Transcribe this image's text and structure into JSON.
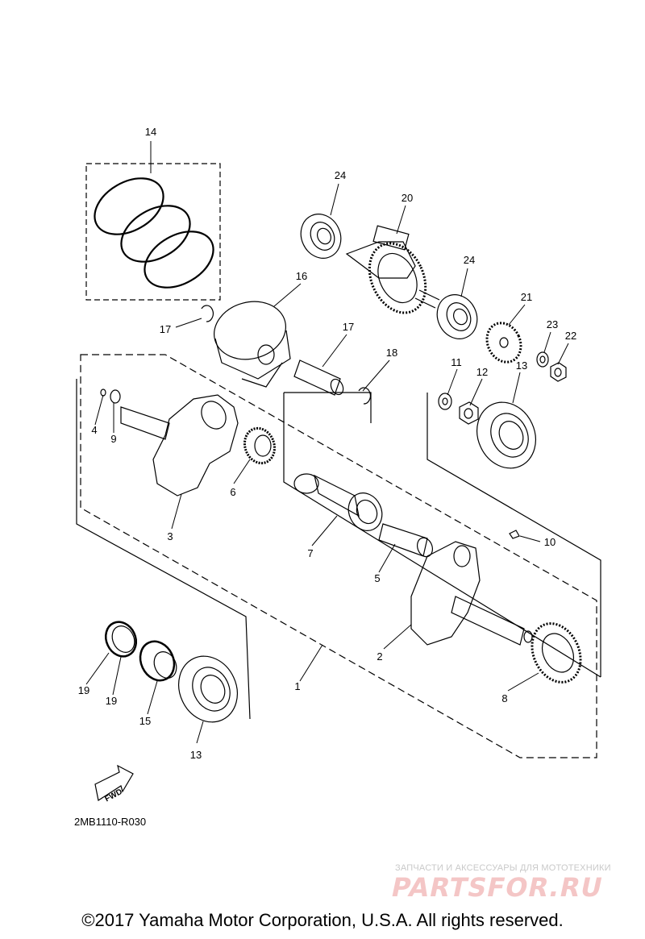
{
  "diagram": {
    "callouts": [
      "1",
      "2",
      "3",
      "4",
      "5",
      "6",
      "7",
      "8",
      "9",
      "10",
      "11",
      "12",
      "13",
      "13",
      "14",
      "15",
      "16",
      "17",
      "17",
      "18",
      "19",
      "19",
      "20",
      "21",
      "22",
      "23",
      "24",
      "24"
    ]
  },
  "fwd_label": "FWD",
  "drawing_code": "2MB1110-R030",
  "watermark": {
    "subtitle": "ЗАПЧАСТИ И АКСЕССУАРЫ ДЛЯ МОТОТЕХНИКИ",
    "brand": "PARTSFOR.RU"
  },
  "copyright": "©2017 Yamaha Motor Corporation, U.S.A. All rights reserved."
}
